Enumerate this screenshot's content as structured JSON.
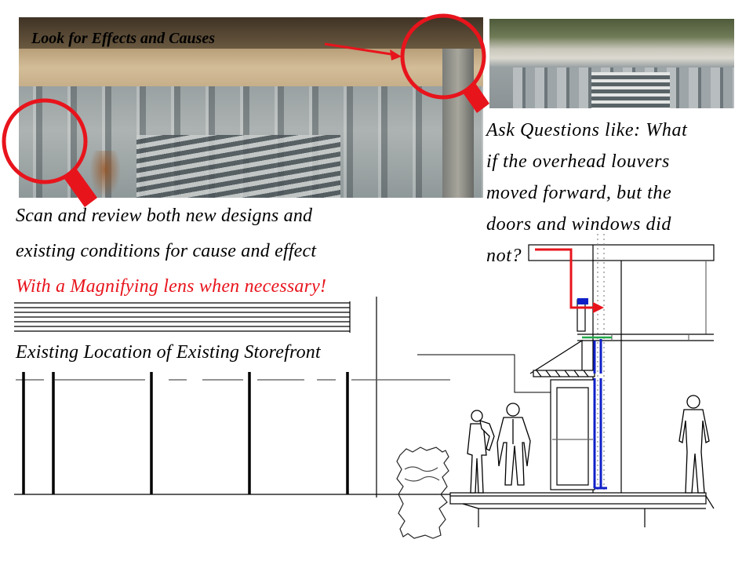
{
  "slide": {
    "photo_caption": "Look for Effects and Causes",
    "question_lines": [
      "Ask Questions like: What",
      "if the overhead louvers",
      "moved forward, but the",
      "doors and windows did",
      "not?"
    ],
    "scan_line_1": "Scan and review both new designs and",
    "scan_line_2": "existing conditions for cause and effect",
    "magnify_line": "With a Magnifying lens when necessary!",
    "existing_label": "Existing Location of Existing Storefront"
  },
  "colors": {
    "accent_red": "#e8141c",
    "drawing_blue": "#1020c8",
    "drawing_green": "#22a84a",
    "ink": "#000000"
  },
  "icons": [
    "magnifier-icon",
    "magnifier-icon",
    "pointer-arrow-icon"
  ]
}
